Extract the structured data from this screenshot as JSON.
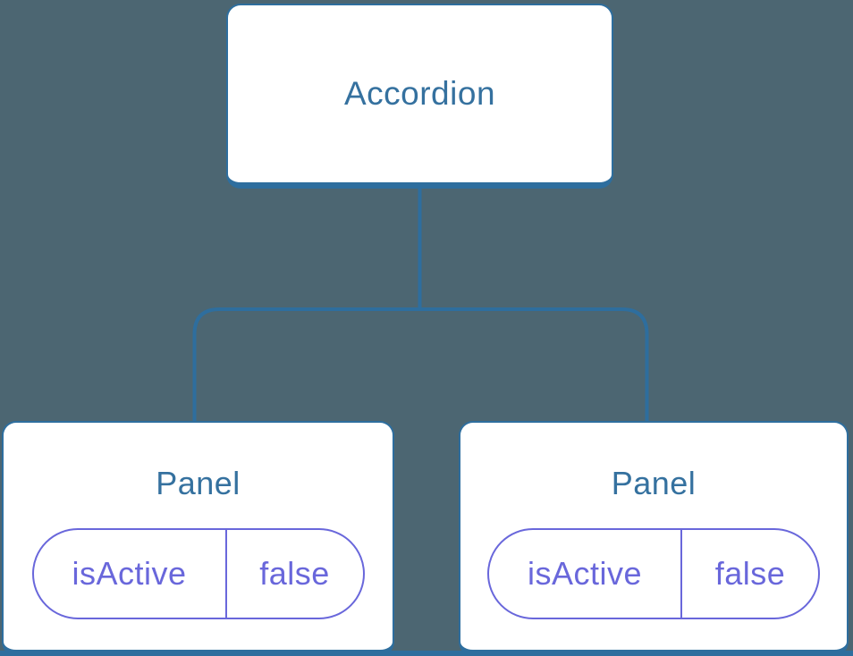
{
  "colors": {
    "background": "#4C6672",
    "line-blue": "#2E6E9E",
    "node-text-blue": "#35719F",
    "state-purple": "#6967DB",
    "node-bg": "#FFFFFF"
  },
  "tree": {
    "root": {
      "label": "Accordion"
    },
    "children": [
      {
        "label": "Panel",
        "state": {
          "key": "isActive",
          "value": "false"
        }
      },
      {
        "label": "Panel",
        "state": {
          "key": "isActive",
          "value": "false"
        }
      }
    ]
  }
}
